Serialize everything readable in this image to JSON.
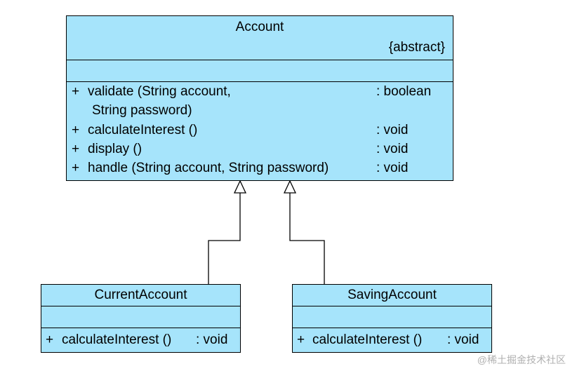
{
  "account": {
    "name": "Account",
    "stereotype": "{abstract}",
    "operations": [
      {
        "visibility": "+",
        "signature": "validate (String account,",
        "type": ": boolean"
      },
      {
        "visibility": "",
        "signature": "String password)",
        "type": ""
      },
      {
        "visibility": "+",
        "signature": "calculateInterest ()",
        "type": ": void"
      },
      {
        "visibility": "+",
        "signature": "display ()",
        "type": ": void"
      },
      {
        "visibility": "+",
        "signature": "handle (String account, String password)",
        "type": ": void"
      }
    ]
  },
  "current_account": {
    "name": "CurrentAccount",
    "operation": {
      "visibility": "+",
      "signature": "calculateInterest ()",
      "type": ": void"
    }
  },
  "saving_account": {
    "name": "SavingAccount",
    "operation": {
      "visibility": "+",
      "signature": "calculateInterest ()",
      "type": ": void"
    }
  },
  "watermark": "@稀土掘金技术社区",
  "colors": {
    "class_fill": "#a6e4fb",
    "line": "#000000"
  }
}
